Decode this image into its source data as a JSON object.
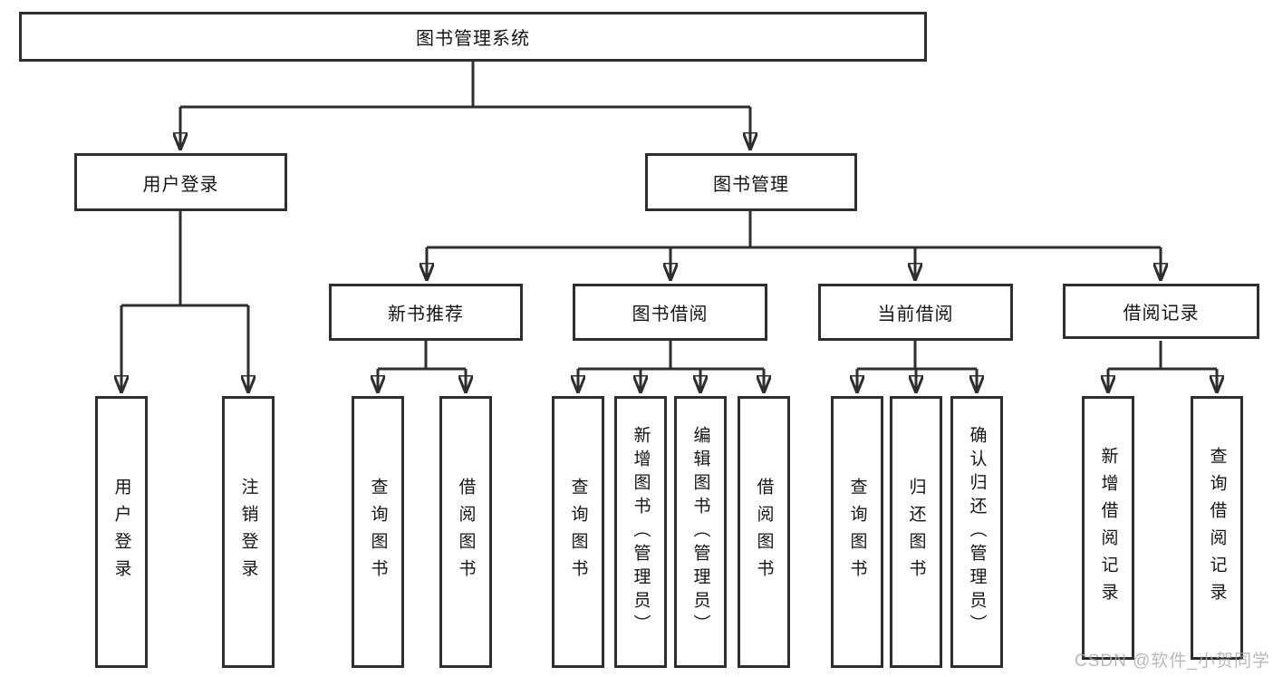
{
  "colors": {
    "line": "#2e2e2e",
    "text": "#151515",
    "background": "#ffffff",
    "watermark": "#a8a8a8"
  },
  "watermark": {
    "text": "CSDN @软件_小贺同学"
  },
  "diagram": {
    "type": "hierarchy-tree",
    "root": {
      "label": "图书管理系统",
      "children": [
        {
          "label": "用户登录",
          "children": [
            {
              "label": "用户登录"
            },
            {
              "label": "注销登录"
            }
          ]
        },
        {
          "label": "图书管理",
          "children": [
            {
              "label": "新书推荐",
              "children": [
                {
                  "label": "查询图书"
                },
                {
                  "label": "借阅图书"
                }
              ]
            },
            {
              "label": "图书借阅",
              "children": [
                {
                  "label": "查询图书"
                },
                {
                  "label": "新增图书（管理员）"
                },
                {
                  "label": "编辑图书（管理员）"
                },
                {
                  "label": "借阅图书"
                }
              ]
            },
            {
              "label": "当前借阅",
              "children": [
                {
                  "label": "查询图书"
                },
                {
                  "label": "归还图书"
                },
                {
                  "label": "确认归还（管理员）"
                }
              ]
            },
            {
              "label": "借阅记录",
              "children": [
                {
                  "label": "新增借阅记录"
                },
                {
                  "label": "查询借阅记录"
                }
              ]
            }
          ]
        }
      ]
    }
  }
}
